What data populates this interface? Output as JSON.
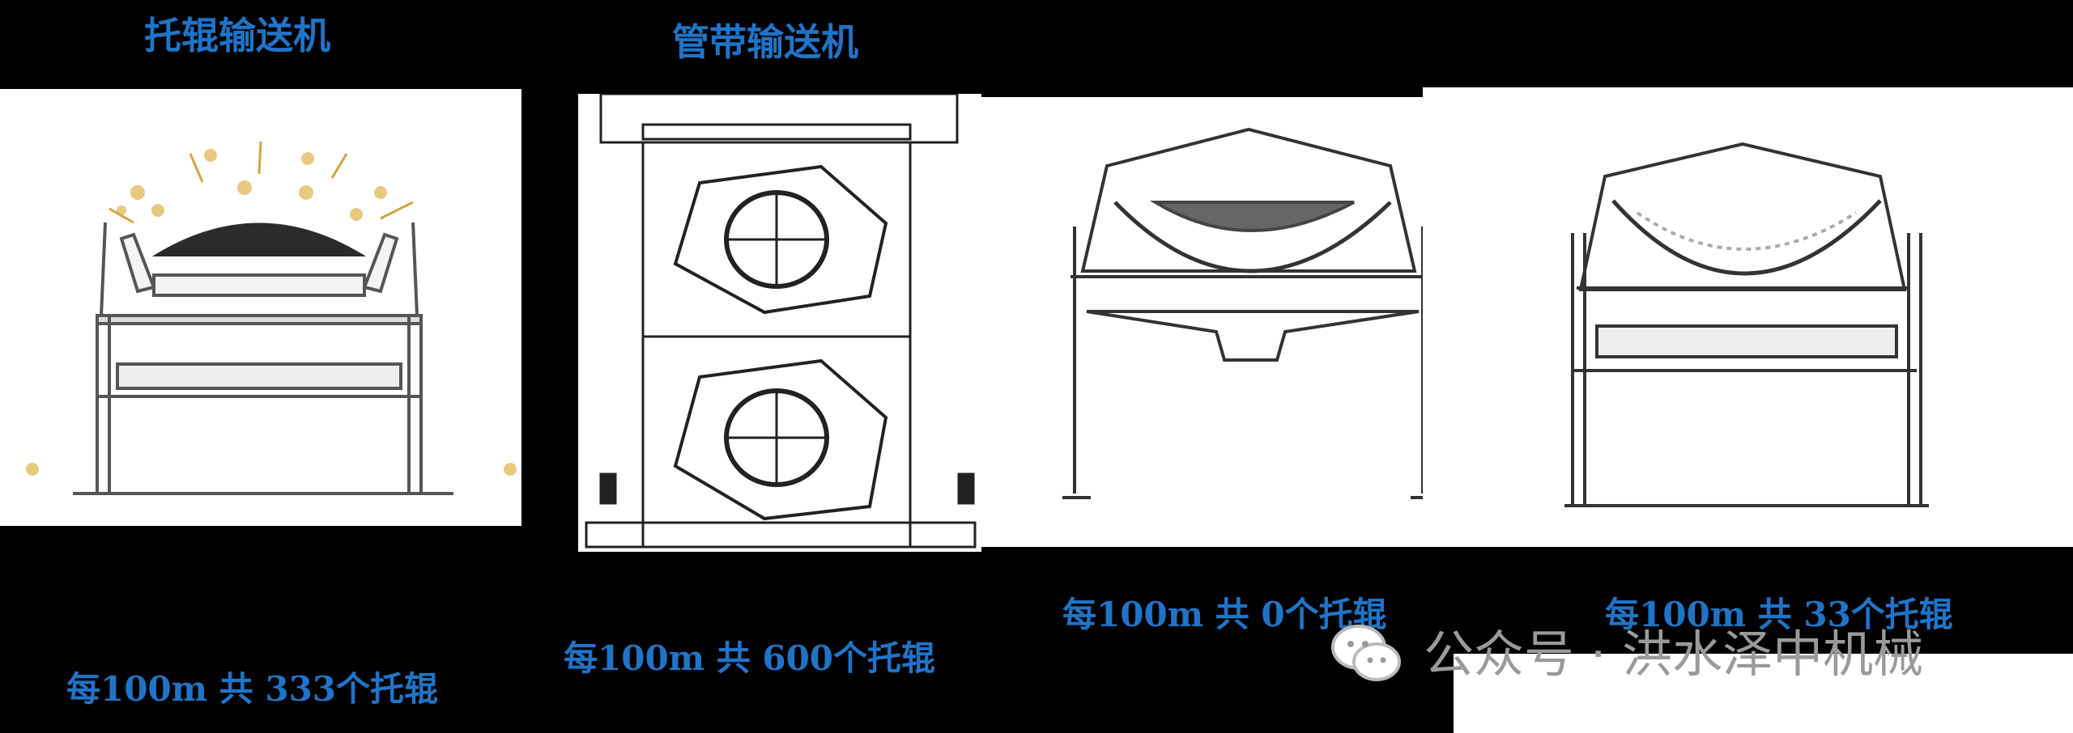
{
  "titles": {
    "idler_conveyor": "托辊输送机",
    "pipe_conveyor": "管带输送机"
  },
  "captions": {
    "idler_conveyor": "每100m 共 333个托辊",
    "pipe_conveyor": "每100m 共 600个托辊",
    "design_a": "每100m 共 0个托辊",
    "design_b": "每100m 共 33个托辊"
  },
  "watermark": {
    "text": "公众号 · 洪水泽中机械",
    "icon": "wechat-icon"
  },
  "colors": {
    "caption_blue": "#1f74c8",
    "background": "#000000"
  }
}
